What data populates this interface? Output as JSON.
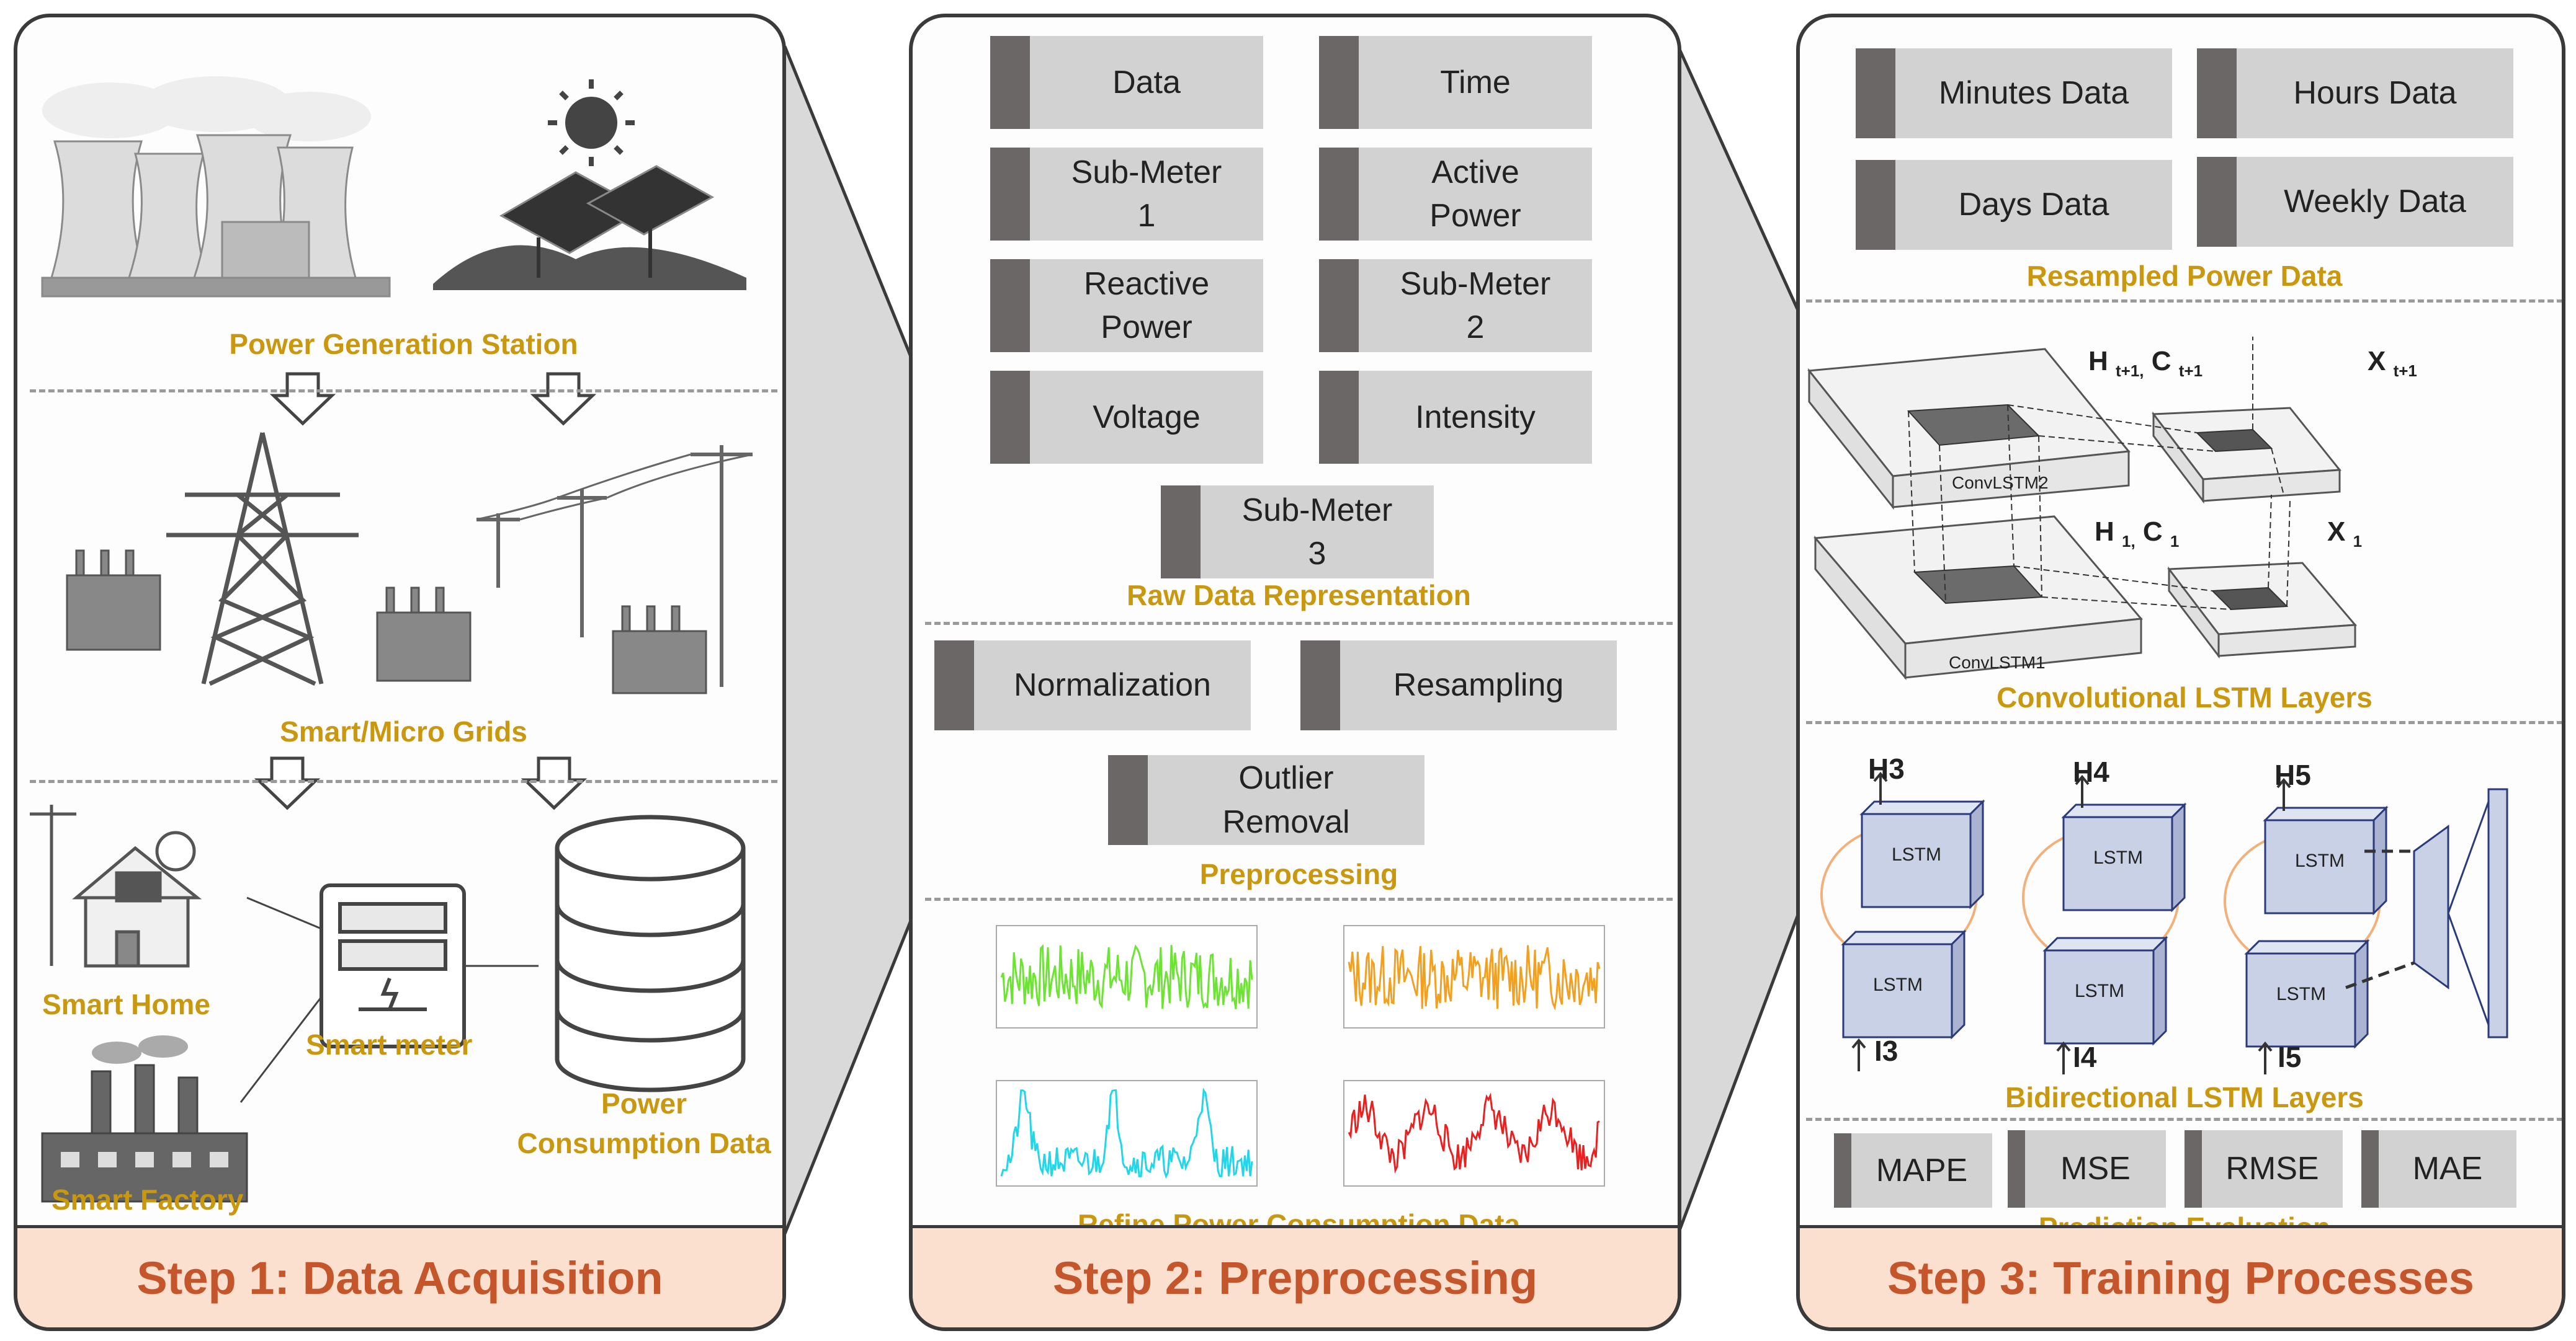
{
  "step1": {
    "footer": "Step 1: Data Acquisition",
    "caption_generation": "Power Generation Station",
    "caption_grids": "Smart/Micro Grids",
    "label_home": "Smart Home",
    "label_meter": "Smart meter",
    "label_factory": "Smart Factory",
    "label_consumption": "Power\nConsumption  Data"
  },
  "step2": {
    "footer": "Step 2: Preprocessing",
    "raw_boxes": [
      "Data",
      "Time",
      "Sub-Meter\n1",
      "Active\nPower",
      "Reactive\nPower",
      "Sub-Meter\n2",
      "Voltage",
      "Intensity",
      "Sub-Meter\n3"
    ],
    "caption_raw": "Raw Data Representation",
    "prep_boxes": [
      "Normalization",
      "Resampling",
      "Outlier\nRemoval"
    ],
    "caption_prep": "Preprocessing",
    "caption_refine": "Refine Power Consumption  Data"
  },
  "step3": {
    "footer": "Step 3: Training Processes",
    "resample_boxes": [
      "Minutes Data",
      "Hours Data",
      "Days Data",
      "Weekly Data"
    ],
    "caption_resampled": "Resampled Power Data",
    "conv_label_top": "ConvLSTM2",
    "conv_label_bottom": "ConvLSTM1",
    "h_top": "H t+1, C t+1",
    "x_top": "X t+1",
    "h_bottom": "H 1, C 1",
    "x_bottom": "X 1",
    "caption_conv": "Convolutional  LSTM Layers",
    "lstm_label": "LSTM",
    "h_labels": [
      "H3",
      "H4",
      "H5"
    ],
    "i_labels": [
      "I3",
      "I4",
      "I5"
    ],
    "caption_bilstm": "Bidirectional  LSTM Layers",
    "metrics": [
      "MAPE",
      "MSE",
      "RMSE",
      "MAE"
    ],
    "caption_eval": "Prediction Evaluation"
  },
  "colors": {
    "caption": "#c9980f",
    "footer_bg": "#fbe0d0",
    "footer_text": "#c5552a",
    "box_bg": "#d2d2d2",
    "box_bar": "#6b6767",
    "lstm_box": "#c9d1e6",
    "lstm_border": "#2b3a7a",
    "arrow_orange": "#f2b07a"
  },
  "icons": [
    "cooling-tower-icon",
    "solar-panel-icon",
    "transmission-tower-icon",
    "transformer-icon",
    "utility-pole-icon",
    "smart-home-icon",
    "smart-meter-icon",
    "database-icon",
    "factory-icon",
    "down-arrow-icon"
  ]
}
